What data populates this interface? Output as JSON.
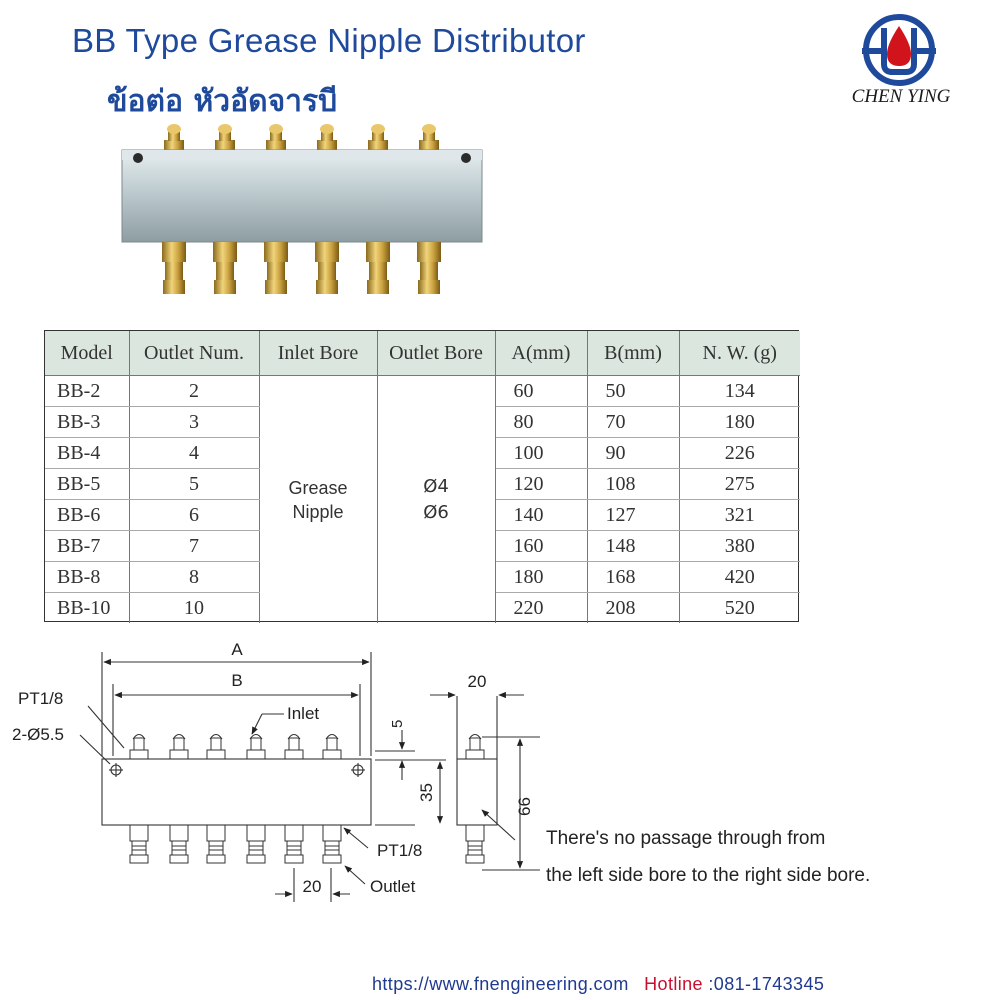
{
  "title": {
    "english": "BB Type Grease Nipple Distributor",
    "thai": "ข้อต่อ หัวอัดจารบี"
  },
  "logo": {
    "text": "CHEN YING",
    "colors": {
      "ring": "#1f4a9c",
      "drop": "#d1131b"
    }
  },
  "table": {
    "headers": [
      "Model",
      "Outlet Num.",
      "Inlet Bore",
      "Outlet Bore",
      "A(mm)",
      "B(mm)",
      "N. W. (g)"
    ],
    "inlet_bore": [
      "Grease",
      "Nipple"
    ],
    "outlet_bore": [
      "Ø4",
      "Ø6"
    ],
    "rows": [
      {
        "model": "BB-2",
        "outlets": "2",
        "a": "60",
        "b": "50",
        "nw": "134"
      },
      {
        "model": "BB-3",
        "outlets": "3",
        "a": "80",
        "b": "70",
        "nw": "180"
      },
      {
        "model": "BB-4",
        "outlets": "4",
        "a": "100",
        "b": "90",
        "nw": "226"
      },
      {
        "model": "BB-5",
        "outlets": "5",
        "a": "120",
        "b": "108",
        "nw": "275"
      },
      {
        "model": "BB-6",
        "outlets": "6",
        "a": "140",
        "b": "127",
        "nw": "321"
      },
      {
        "model": "BB-7",
        "outlets": "7",
        "a": "160",
        "b": "148",
        "nw": "380"
      },
      {
        "model": "BB-8",
        "outlets": "8",
        "a": "180",
        "b": "168",
        "nw": "420"
      },
      {
        "model": "BB-10",
        "outlets": "10",
        "a": "220",
        "b": "208",
        "nw": "520"
      }
    ]
  },
  "drawing": {
    "label_a": "A",
    "label_b": "B",
    "label_pt_top": "PT1/8",
    "label_hole": "2-Ø5.5",
    "label_inlet": "Inlet",
    "label_5": "5",
    "label_35": "35",
    "label_20_side": "20",
    "label_66": "66",
    "label_pt_bottom": "PT1/8",
    "label_20_bottom": "20",
    "label_outlet": "Outlet"
  },
  "note": {
    "line1": "There's no passage through from",
    "line2": "the left side bore to the right side bore."
  },
  "footer": {
    "url": "https://www.fnengineering.com",
    "hotline_label": "Hotline",
    "hotline_number": ":081-1743345"
  }
}
